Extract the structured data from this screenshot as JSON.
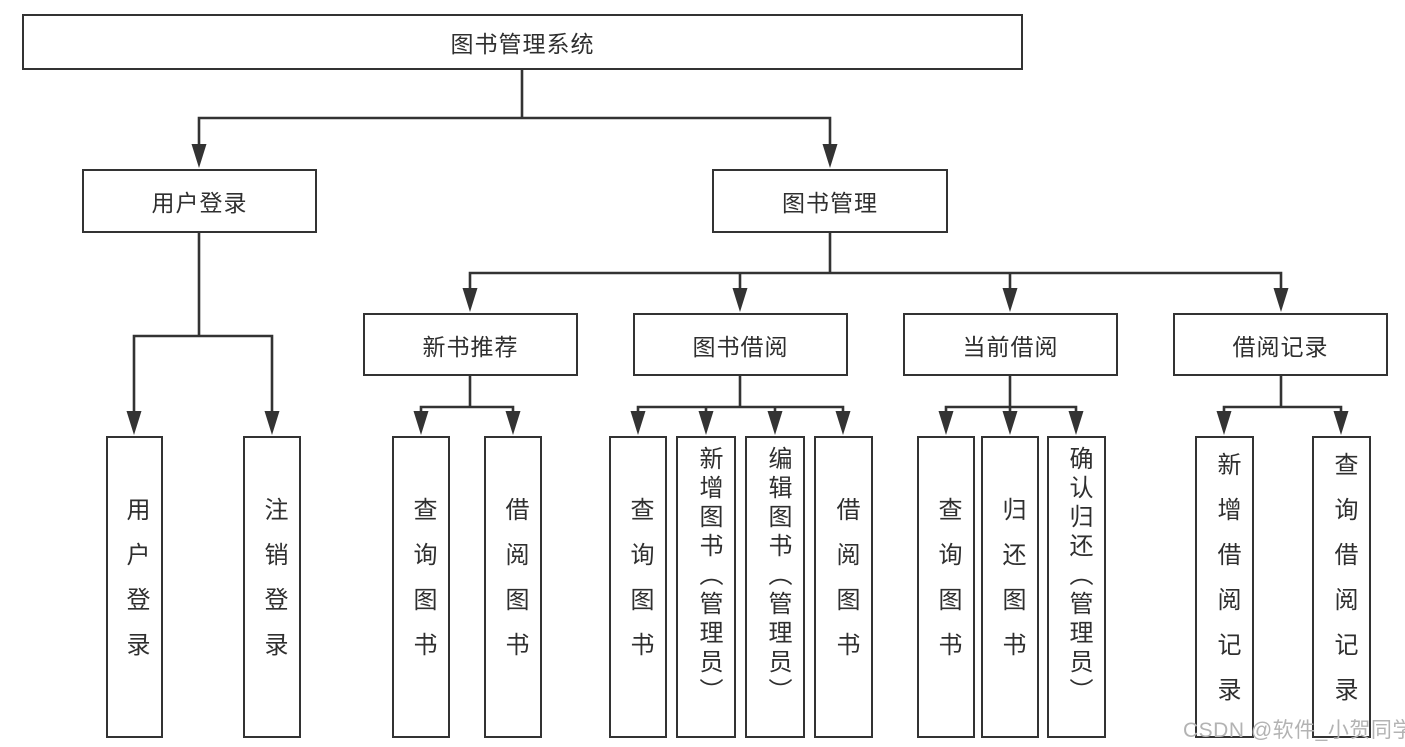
{
  "diagram": {
    "colors": {
      "background": "#ffffff",
      "line": "#333333",
      "box_border": "#333333",
      "box_fill": "#ffffff",
      "text": "#2f2f2f",
      "watermark": "#b3b3b3"
    },
    "watermark": "CSDN @软件_小贺同学",
    "nodes": {
      "root": "图书管理系统",
      "user_login": "用户登录",
      "book_management": "图书管理",
      "new_book_recommend": "新书推荐",
      "book_borrowing": "图书借阅",
      "current_borrowing": "当前借阅",
      "borrowing_records": "借阅记录",
      "leaf_user_login": "用户登录",
      "leaf_logout": "注销登录",
      "leaf_query_book_recommend": "查询图书",
      "leaf_borrow_book_recommend": "借阅图书",
      "leaf_query_book_borrowing": "查询图书",
      "leaf_add_book_admin": "新增图书（管理员）",
      "leaf_edit_book_admin": "编辑图书（管理员）",
      "leaf_borrow_book_borrowing": "借阅图书",
      "leaf_query_book_current": "查询图书",
      "leaf_return_book": "归还图书",
      "leaf_confirm_return_admin": "确认归还（管理员）",
      "leaf_add_borrow_record": "新增借阅记录",
      "leaf_query_borrow_record": "查询借阅记录"
    }
  }
}
